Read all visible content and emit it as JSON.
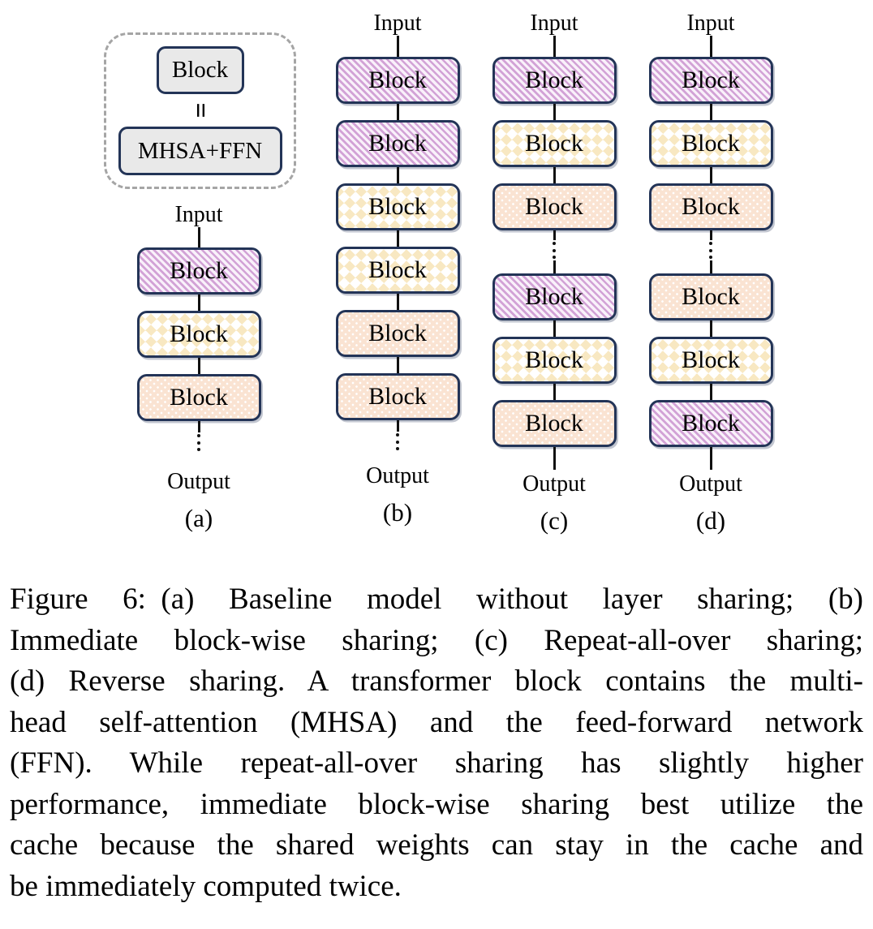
{
  "figure": {
    "legend": {
      "block_label": "Block",
      "equals": "=",
      "expansion_label": "MHSA+FFN"
    },
    "columns": [
      {
        "id": "a",
        "input_label": "Input",
        "output_label": "Output",
        "caption_label": "(a)",
        "ellipsis_position": "bottom",
        "blocks": [
          {
            "label": "Block",
            "pattern": "purple-hatch"
          },
          {
            "label": "Block",
            "pattern": "yellow-diamond"
          },
          {
            "label": "Block",
            "pattern": "peach-dot"
          }
        ]
      },
      {
        "id": "b",
        "input_label": "Input",
        "output_label": "Output",
        "caption_label": "(b)",
        "ellipsis_position": "bottom",
        "blocks": [
          {
            "label": "Block",
            "pattern": "purple-hatch"
          },
          {
            "label": "Block",
            "pattern": "purple-hatch"
          },
          {
            "label": "Block",
            "pattern": "yellow-diamond"
          },
          {
            "label": "Block",
            "pattern": "yellow-diamond"
          },
          {
            "label": "Block",
            "pattern": "peach-dot"
          },
          {
            "label": "Block",
            "pattern": "peach-dot"
          }
        ]
      },
      {
        "id": "c",
        "input_label": "Input",
        "output_label": "Output",
        "caption_label": "(c)",
        "ellipsis_position": "middle",
        "blocks": [
          {
            "label": "Block",
            "pattern": "purple-hatch"
          },
          {
            "label": "Block",
            "pattern": "yellow-diamond"
          },
          {
            "label": "Block",
            "pattern": "peach-dot"
          },
          {
            "label": "Block",
            "pattern": "purple-hatch"
          },
          {
            "label": "Block",
            "pattern": "yellow-diamond"
          },
          {
            "label": "Block",
            "pattern": "peach-dot"
          }
        ]
      },
      {
        "id": "d",
        "input_label": "Input",
        "output_label": "Output",
        "caption_label": "(d)",
        "ellipsis_position": "middle",
        "blocks": [
          {
            "label": "Block",
            "pattern": "purple-hatch"
          },
          {
            "label": "Block",
            "pattern": "yellow-diamond"
          },
          {
            "label": "Block",
            "pattern": "peach-dot"
          },
          {
            "label": "Block",
            "pattern": "peach-dot"
          },
          {
            "label": "Block",
            "pattern": "yellow-diamond"
          },
          {
            "label": "Block",
            "pattern": "purple-hatch"
          }
        ]
      }
    ]
  },
  "caption": {
    "lines": [
      "Figure 6: (a) Baseline model without layer sharing; (b)",
      "Immediate block-wise sharing; (c) Repeat-all-over sharing;",
      "(d) Reverse sharing. A transformer block contains the multi-",
      "head self-attention (MHSA) and the feed-forward network",
      "(FFN). While repeat-all-over sharing has slightly higher",
      "performance, immediate block-wise sharing best utilize the",
      "cache because the shared weights can stay in the cache and",
      "be immediately computed twice."
    ]
  },
  "colors": {
    "block_border": "#233457",
    "purple_stripe": "#d2a2d6",
    "yellow_diamond": "#f8e8c2",
    "peach_fill": "#fae3d2",
    "legend_fill": "#e9e9e9",
    "dashed_border": "#a5a5a5",
    "connector": "#111111"
  }
}
